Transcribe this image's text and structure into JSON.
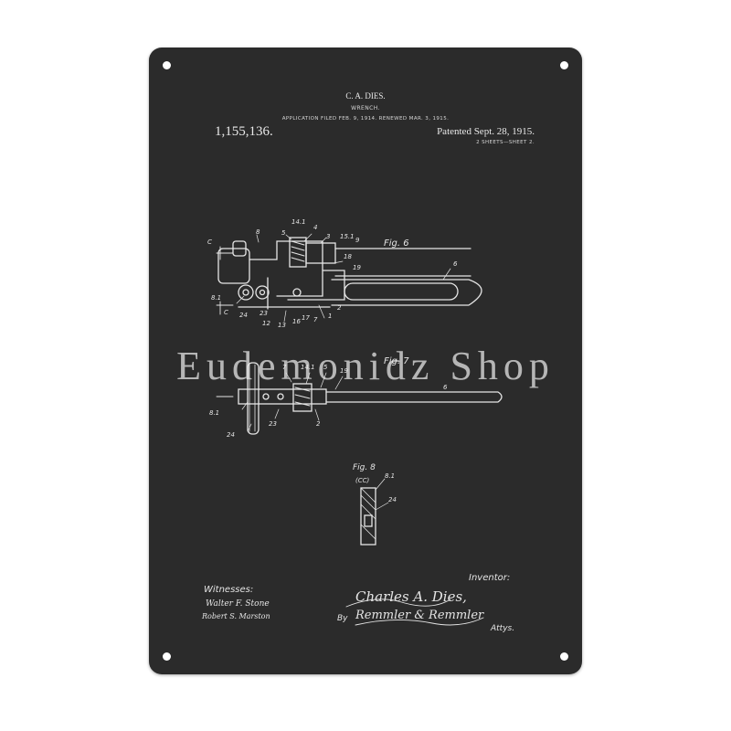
{
  "header": {
    "inventor_name": "C. A. DIES.",
    "title": "WRENCH.",
    "application_line": "APPLICATION FILED FEB. 9, 1914. RENEWED MAR. 3, 1915.",
    "patent_number": "1,155,136.",
    "patented_date": "Patented Sept. 28, 1915.",
    "sheets": "2 SHEETS—SHEET 2."
  },
  "figures": {
    "fig6": "Fig. 6",
    "fig7": "Fig. 7",
    "fig8": "Fig. 8",
    "fig6_labels": [
      "C",
      "8",
      "5",
      "14.1",
      "4",
      "3",
      "15.1",
      "9",
      "18",
      "19",
      "6",
      "8.1",
      "24",
      "23",
      "12",
      "13",
      "16",
      "17",
      "7",
      "1",
      "2",
      "C"
    ],
    "fig7_labels": [
      "7",
      "14.1",
      "5",
      "19",
      "6",
      "8.1",
      "23",
      "2",
      "24"
    ],
    "fig8_labels": [
      "(CC)",
      "8.1",
      "24"
    ]
  },
  "footer": {
    "witnesses_label": "Witnesses:",
    "inventor_label": "Inventor:",
    "witness_1": "Walter F. Stone",
    "witness_2": "Robert S. Marston",
    "inventor_signature": "Charles A. Dies,",
    "by_label": "By",
    "attorney_signature": "Remmler & Remmler",
    "attys_label": "Attys."
  },
  "watermark": "Eudemonidz Shop",
  "colors": {
    "board": "#2b2b2b",
    "ink": "#e9e9e9",
    "background": "#ffffff"
  }
}
